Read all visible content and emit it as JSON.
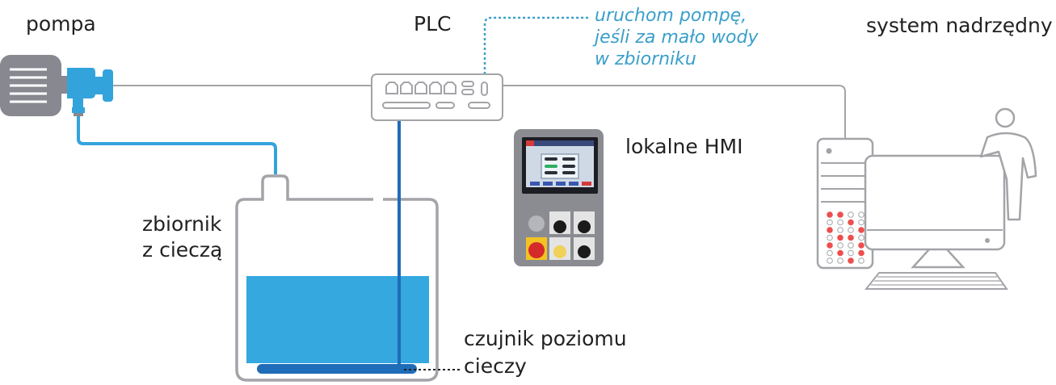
{
  "labels": {
    "pump": "pompa",
    "plc": "PLC",
    "supervisory_system": "system nadrzędny",
    "local_hmi": "lokalne HMI",
    "tank_line1": "zbiornik",
    "tank_line2": "z cieczą",
    "sensor_line1": "czujnik poziomu",
    "sensor_line2": "cieczy"
  },
  "annotation": {
    "line1": "uruchom pompę,",
    "line2": "jeśli za mało wody",
    "line3": "w zbiorniku"
  },
  "colors": {
    "line_gray": "#a3a4a8",
    "pump_body": "#878890",
    "pump_blue": "#33a3dc",
    "water": "#35a8df",
    "sensor": "#1f6cb8",
    "annotation": "#3a9fca",
    "alarm_red": "#ee4e4e",
    "text": "#222222"
  }
}
